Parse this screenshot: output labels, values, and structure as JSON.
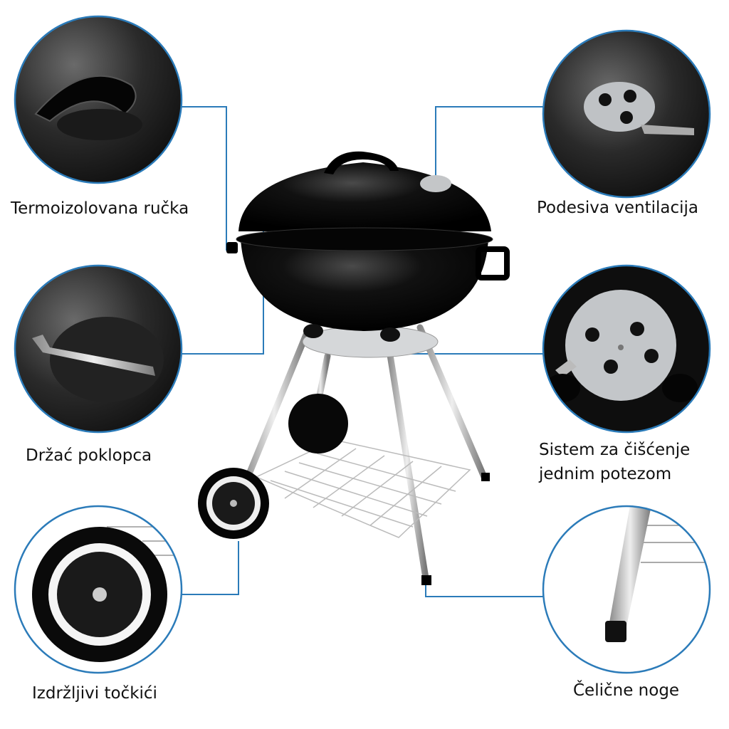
{
  "colors": {
    "accent": "#2b7bb9",
    "grill": "#0d0d0d",
    "chrome": "#c9ccd0"
  },
  "features": [
    {
      "label": "Termoizolovana ručka",
      "icon": "handle-closeup"
    },
    {
      "label": "Podesiva ventilacija",
      "icon": "vent-closeup"
    },
    {
      "label": "Držać poklopca",
      "icon": "lid-holder-closeup"
    },
    {
      "label_line1": "Sistem za čišćenje",
      "label_line2": "jednim potezom",
      "icon": "ash-cleaning-closeup"
    },
    {
      "label": "Izdržljivi točkići",
      "icon": "wheel-closeup"
    },
    {
      "label": "Čelične noge",
      "icon": "leg-closeup"
    }
  ]
}
